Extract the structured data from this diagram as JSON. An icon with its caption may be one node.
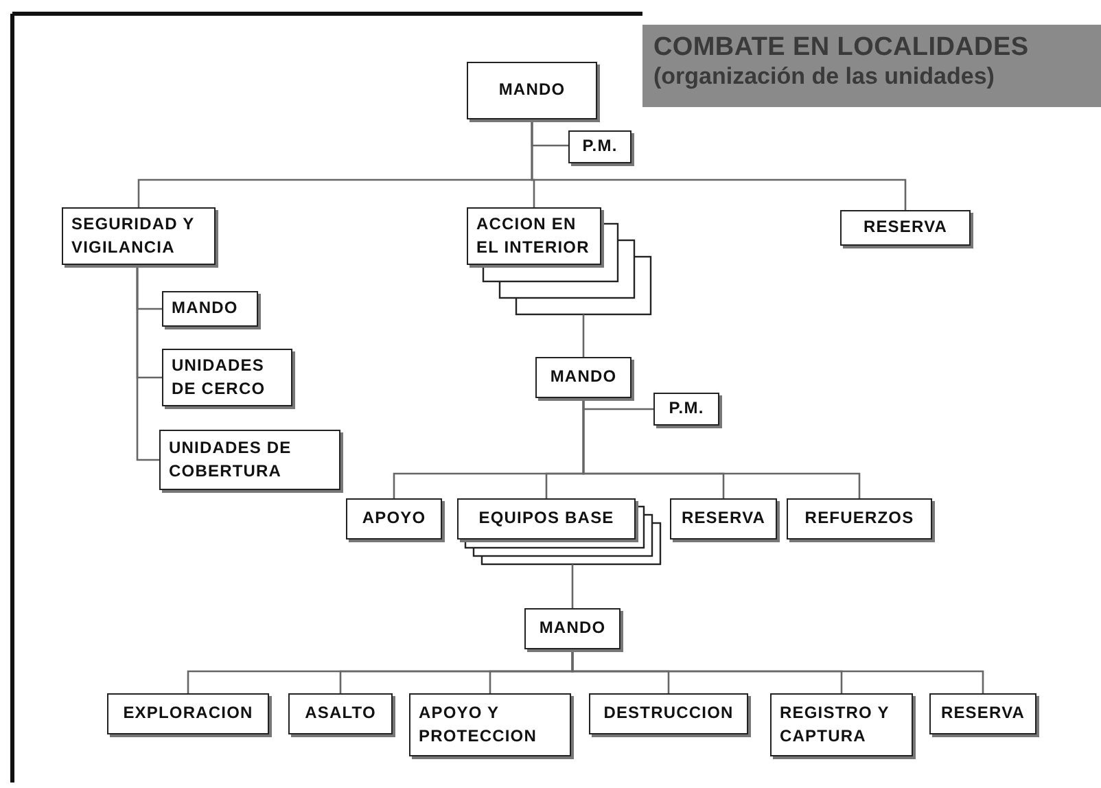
{
  "diagram": {
    "title": "COMBATE EN LOCALIDADES",
    "nodes": [
      {
        "text": [
          "MANDO"
        ]
      },
      {
        "text": [
          "P.M."
        ]
      },
      {
        "text": [
          "SEGURIDAD Y VIGILANCIA"
        ]
      },
      {
        "text": [
          "ACCION EN EL INTERIOR"
        ]
      },
      {
        "text": [
          "RESERVA"
        ]
      },
      {
        "text": [
          "MANDO"
        ]
      },
      {
        "text": [
          "UNIDADES DE CERCO"
        ]
      },
      {
        "text": [
          "UNIDADES DE COBERTURA"
        ]
      },
      {
        "text": [
          "MANDO"
        ]
      },
      {
        "text": [
          "P.M."
        ]
      },
      {
        "text": [
          "APOYO"
        ]
      },
      {
        "text": [
          "EQUIPOS BASE"
        ]
      },
      {
        "text": [
          "RESERVA"
        ]
      },
      {
        "text": [
          "REFUERZOS"
        ]
      },
      {
        "text": [
          "MANDO"
        ]
      },
      {
        "text": [
          "EXPLORACION"
        ]
      },
      {
        "text": [
          "ASALTO"
        ]
      },
      {
        "text": [
          "APOYO Y PROTECCION"
        ]
      },
      {
        "text": [
          "DESTRUCCION"
        ]
      },
      {
        "text": [
          "REGISTRO Y CAPTURA"
        ]
      },
      {
        "text": [
          "RESERVA"
        ]
      }
    ],
    "edges": [
      {
        "from": 0,
        "to": 1,
        "arrow": "none"
      },
      {
        "from": 0,
        "to": 2,
        "arrow": "none"
      },
      {
        "from": 0,
        "to": 3,
        "arrow": "none"
      },
      {
        "from": 0,
        "to": 4,
        "arrow": "none"
      },
      {
        "from": 2,
        "to": 5,
        "arrow": "none"
      },
      {
        "from": 2,
        "to": 6,
        "arrow": "none"
      },
      {
        "from": 2,
        "to": 7,
        "arrow": "none"
      },
      {
        "from": 3,
        "to": 8,
        "arrow": "none"
      },
      {
        "from": 8,
        "to": 9,
        "arrow": "none"
      },
      {
        "from": 8,
        "to": 10,
        "arrow": "none"
      },
      {
        "from": 8,
        "to": 11,
        "arrow": "none"
      },
      {
        "from": 8,
        "to": 12,
        "arrow": "none"
      },
      {
        "from": 8,
        "to": 13,
        "arrow": "none"
      },
      {
        "from": 11,
        "to": 14,
        "arrow": "none"
      },
      {
        "from": 14,
        "to": 15,
        "arrow": "none"
      },
      {
        "from": 14,
        "to": 16,
        "arrow": "none"
      },
      {
        "from": 14,
        "to": 17,
        "arrow": "none"
      },
      {
        "from": 14,
        "to": 18,
        "arrow": "none"
      },
      {
        "from": 14,
        "to": 19,
        "arrow": "none"
      },
      {
        "from": 14,
        "to": 20,
        "arrow": "none"
      }
    ],
    "labels": [
      "(organización de las unidades)"
    ]
  }
}
